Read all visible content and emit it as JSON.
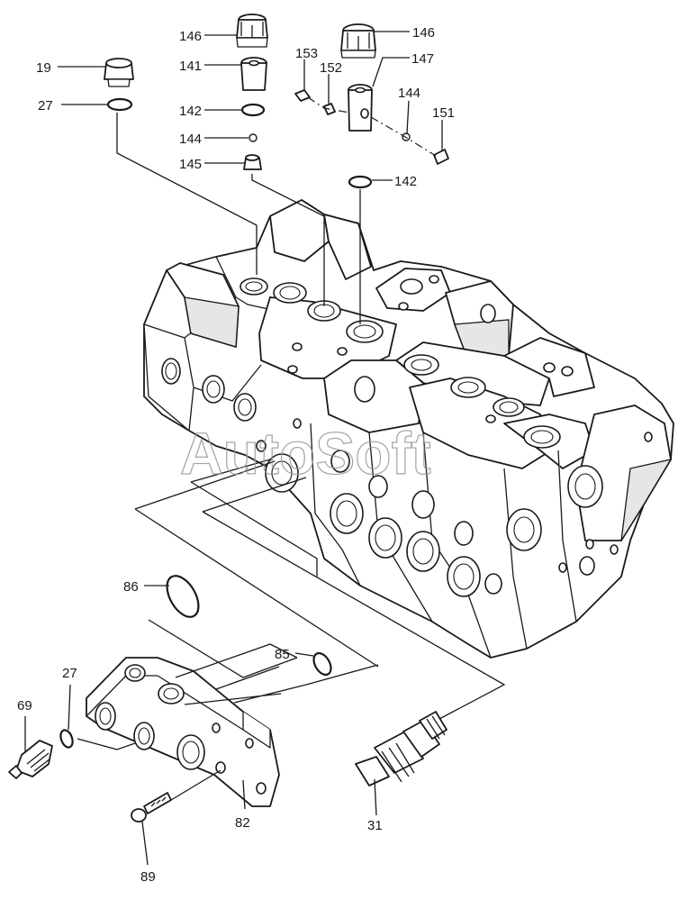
{
  "watermark": "AutoSoft",
  "callouts": {
    "c146a": "146",
    "c146b": "146",
    "c19": "19",
    "c141": "141",
    "c153": "153",
    "c152": "152",
    "c147": "147",
    "c27a": "27",
    "c142a": "142",
    "c144a": "144",
    "c144b": "144",
    "c151": "151",
    "c145": "145",
    "c142b": "142",
    "c86": "86",
    "c85": "85",
    "c27b": "27",
    "c69": "69",
    "c82": "82",
    "c31": "31",
    "c89": "89"
  }
}
